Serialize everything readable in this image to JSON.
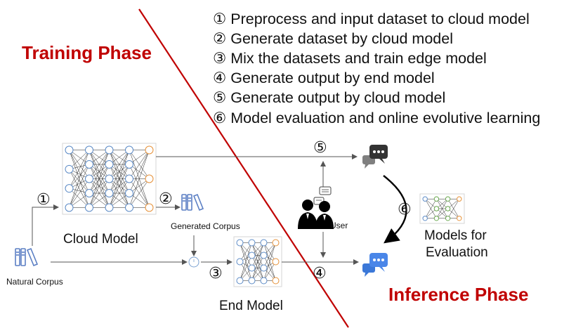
{
  "phases": {
    "training": "Training Phase",
    "inference": "Inference Phase"
  },
  "steps": [
    "① Preprocess and input dataset to cloud model",
    "② Generate dataset by cloud model",
    "③ Mix the datasets and train edge model",
    "④ Generate output by end model",
    "⑤ Generate output by cloud model",
    "⑥ Model evaluation and online evolutive learning"
  ],
  "labels": {
    "cloud_model": "Cloud Model",
    "end_model": "End  Model",
    "generated_corpus": "Generated Corpus",
    "natural_corpus": "Natural Corpus",
    "user": "User",
    "models_for_evaluation_1": "Models for",
    "models_for_evaluation_2": "Evaluation"
  },
  "markers": {
    "m1": "①",
    "m2": "②",
    "m3": "③",
    "m4": "④",
    "m5": "⑤",
    "m6": "⑥"
  },
  "colors": {
    "phase_red": "#c00000",
    "divider": "#c00000",
    "chat_dark": "#3a3a3a",
    "chat_blue": "#3b78d8",
    "node_blue": "#5b8ac6",
    "node_orange": "#e69138",
    "node_green": "#6aa84f"
  }
}
